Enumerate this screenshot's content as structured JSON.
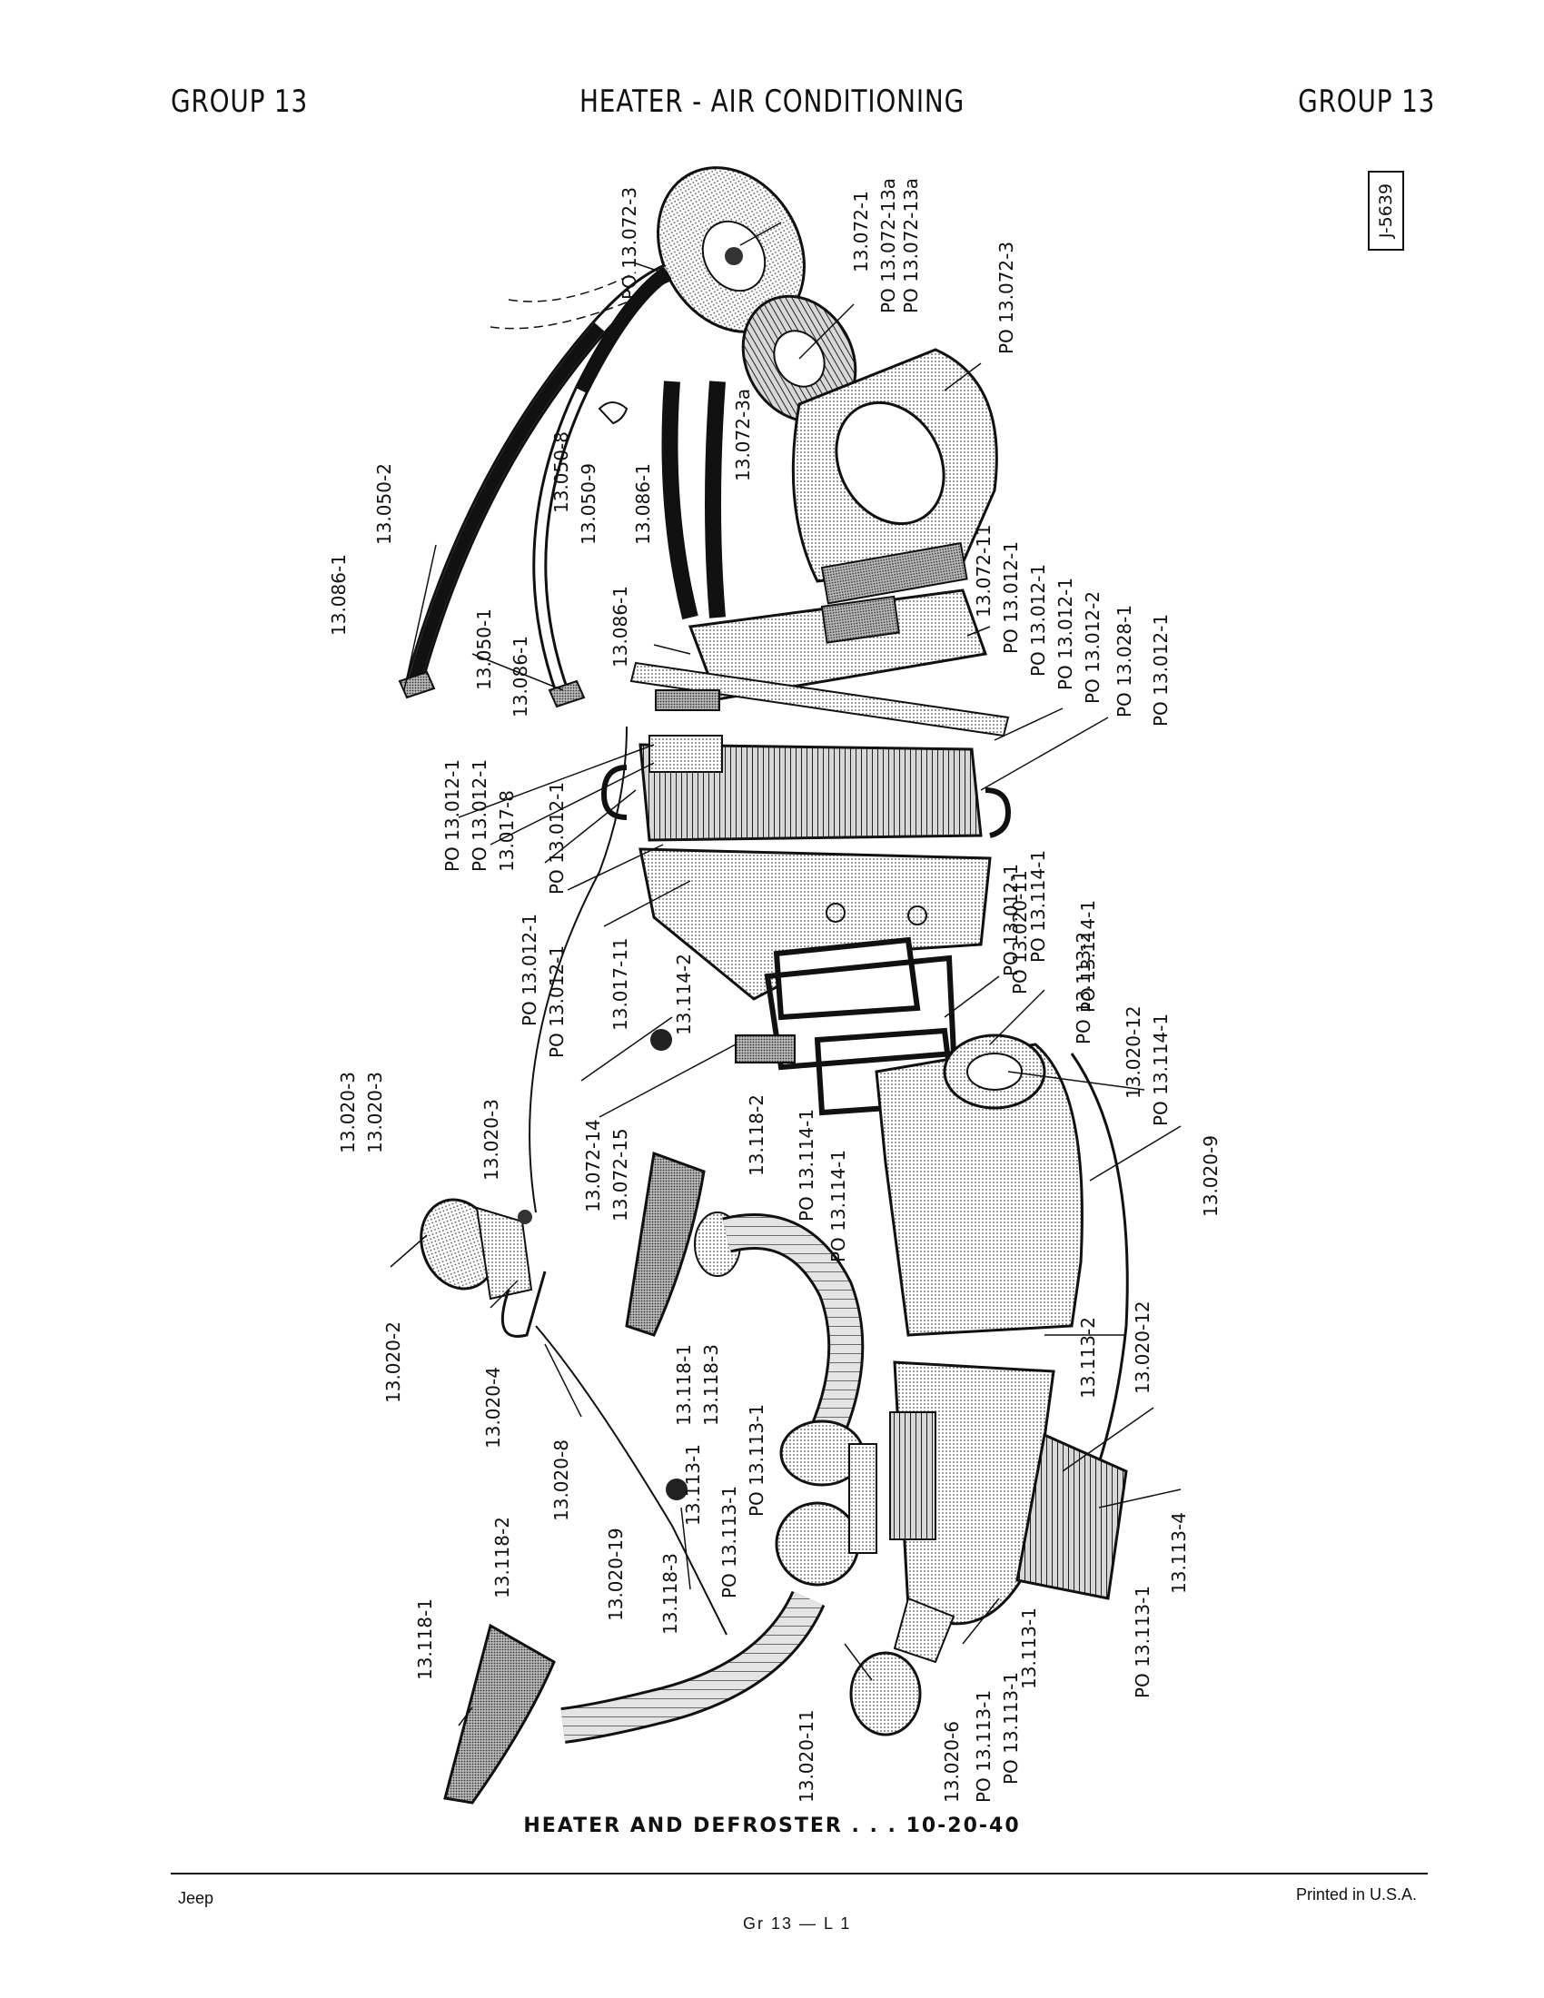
{
  "header": {
    "left": "GROUP 13",
    "center": "HEATER - AIR CONDITIONING",
    "right": "GROUP 13"
  },
  "drawing_number": "J-5639",
  "callouts": [
    "PO 13.072-3",
    "13.072-1",
    "PO 13.072-13a",
    "PO 13.072-13a",
    "PO 13.072-3",
    "13.050-2",
    "13.050-8",
    "13.050-9",
    "13.072-3a",
    "13.086-1",
    "13.072-11",
    "PO 13.012-1",
    "PO 13.012-1",
    "PO 13.012-1",
    "PO 13.012-2",
    "PO 13.028-1",
    "PO 13.012-1",
    "13.086-1",
    "13.050-1",
    "13.086-1",
    "13.086-1",
    "PO 13.012-1",
    "PO 13.012-1",
    "13.017-8",
    "PO 13.012-1",
    "PO 13.012-1",
    "PO 13.114-1",
    "PO 13.020-11",
    "PO 13.114-1",
    "PO 13.113-2",
    "13.020-12",
    "PO 13.114-1",
    "13.020-9",
    "PO 13.012-1",
    "PO 13.012-1",
    "13.017-11",
    "13.114-2",
    "13.020-3",
    "13.020-3",
    "13.020-3",
    "13.072-14",
    "13.072-15",
    "13.118-2",
    "PO 13.114-1",
    "PO 13.114-1",
    "13.020-2",
    "13.020-4",
    "13.020-8",
    "13.118-1",
    "13.118-3",
    "13.113-1",
    "PO 13.113-1",
    "13.113-2",
    "13.020-12",
    "13.020-19",
    "PO 13.113-1",
    "13.113-4",
    "13.118-2",
    "13.118-3",
    "13.118-1",
    "PO 13.113-1",
    "13.113-1",
    "13.020-11",
    "13.020-6",
    "PO 13.113-1",
    "PO 13.113-1"
  ],
  "caption": "HEATER AND DEFROSTER . . . 10-20-40",
  "footer": {
    "left": "Jeep",
    "center": "Gr 13 — L 1",
    "right": "Printed in U.S.A."
  }
}
